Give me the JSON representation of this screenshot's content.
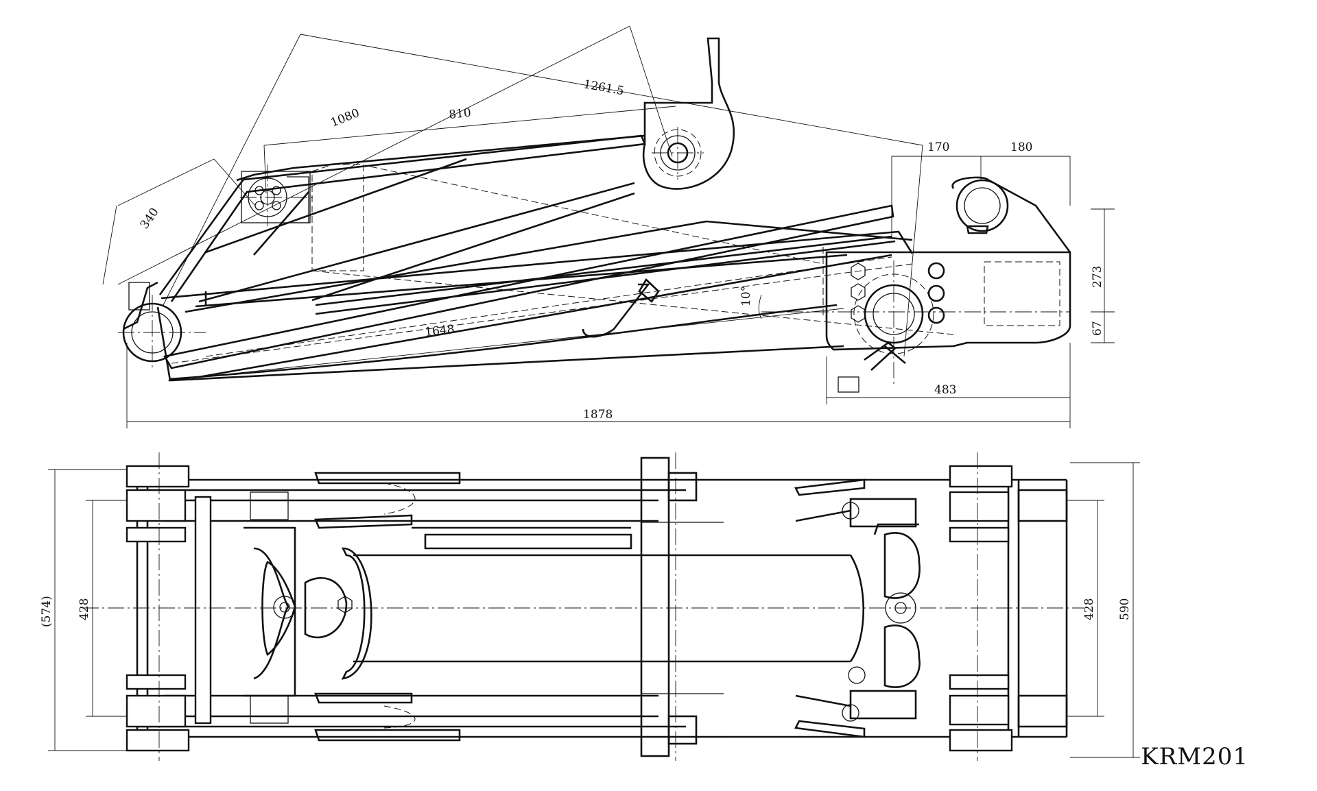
{
  "model": "KRM201",
  "side_view": {
    "dimensions": {
      "d1261": "1261.5",
      "d1080": "1080",
      "d810": "810",
      "d340": "340",
      "d170": "170",
      "d180": "180",
      "d273": "273",
      "d67": "67",
      "d10deg": "10°",
      "d1648": "1648",
      "d483": "483",
      "d1878": "1878"
    }
  },
  "top_view": {
    "dimensions": {
      "d574": "(574)",
      "d428_left": "428",
      "d428_right": "428",
      "d590": "590"
    }
  }
}
